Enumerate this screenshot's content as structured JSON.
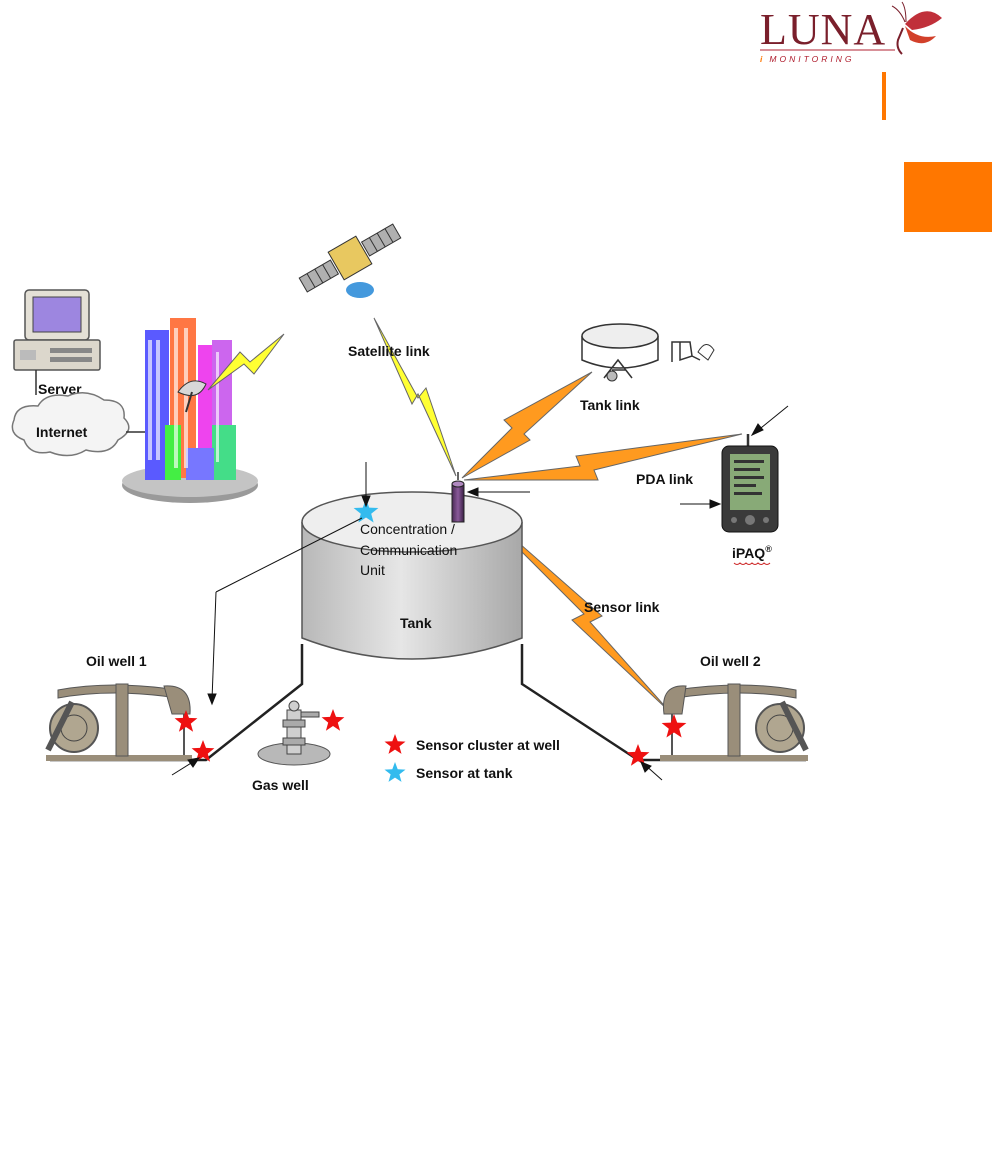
{
  "logo": {
    "word": "LUNA",
    "sub_prefix": "i",
    "sub_text": "MONITORING"
  },
  "colors": {
    "accent": "#ff7700",
    "satellite_bolt": "#ffff33",
    "orange_bolt": "#ff9a1f",
    "sensor_well": "#ee1111",
    "sensor_tank": "#33bbee",
    "tank": "#d4d4d4",
    "pumpjack": "#9a8e7a"
  },
  "labels": {
    "server": "Server",
    "internet": "Internet",
    "satellite_link": "Satellite link",
    "tank_link": "Tank link",
    "pda_link": "PDA link",
    "ipaq": "iPAQ",
    "ipaq_mark": "®",
    "ccu_line1": "Concentration /",
    "ccu_line2": "Communication",
    "ccu_line3": "Unit",
    "tank": "Tank",
    "sensor_link": "Sensor link",
    "oil_well_1": "Oil well 1",
    "oil_well_2": "Oil well 2",
    "gas_well": "Gas well"
  },
  "legend": [
    {
      "label": "Sensor cluster at well",
      "color": "#ee1111"
    },
    {
      "label": "Sensor at tank",
      "color": "#33bbee"
    }
  ]
}
